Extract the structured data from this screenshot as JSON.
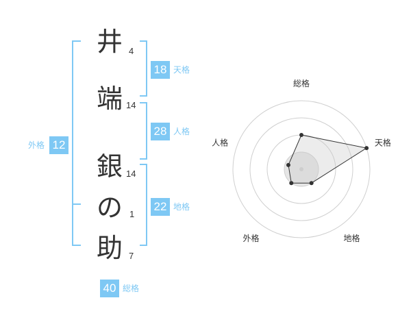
{
  "name_chars": [
    {
      "char": "井",
      "strokes": "4"
    },
    {
      "char": "端",
      "strokes": "14"
    },
    {
      "char": "銀",
      "strokes": "14"
    },
    {
      "char": "の",
      "strokes": "1"
    },
    {
      "char": "助",
      "strokes": "7"
    }
  ],
  "fortune": {
    "tenkaku": {
      "value": "18",
      "label": "天格"
    },
    "jinkaku": {
      "value": "28",
      "label": "人格"
    },
    "chikaku": {
      "value": "22",
      "label": "地格"
    },
    "gaikaku": {
      "value": "12",
      "label": "外格"
    },
    "soukaku": {
      "value": "40",
      "label": "総格"
    }
  },
  "colors": {
    "accent": "#7ec8f4",
    "radar_grid": "#cfcfcf",
    "radar_fill": "#e6e6e6",
    "point": "#333333"
  },
  "chart_data": {
    "type": "radar",
    "axes": [
      "総格",
      "天格",
      "地格",
      "外格",
      "人格"
    ],
    "values": [
      0.5,
      1.0,
      0.25,
      0.25,
      0.2
    ],
    "rings": 4,
    "title": "",
    "legend": false
  }
}
